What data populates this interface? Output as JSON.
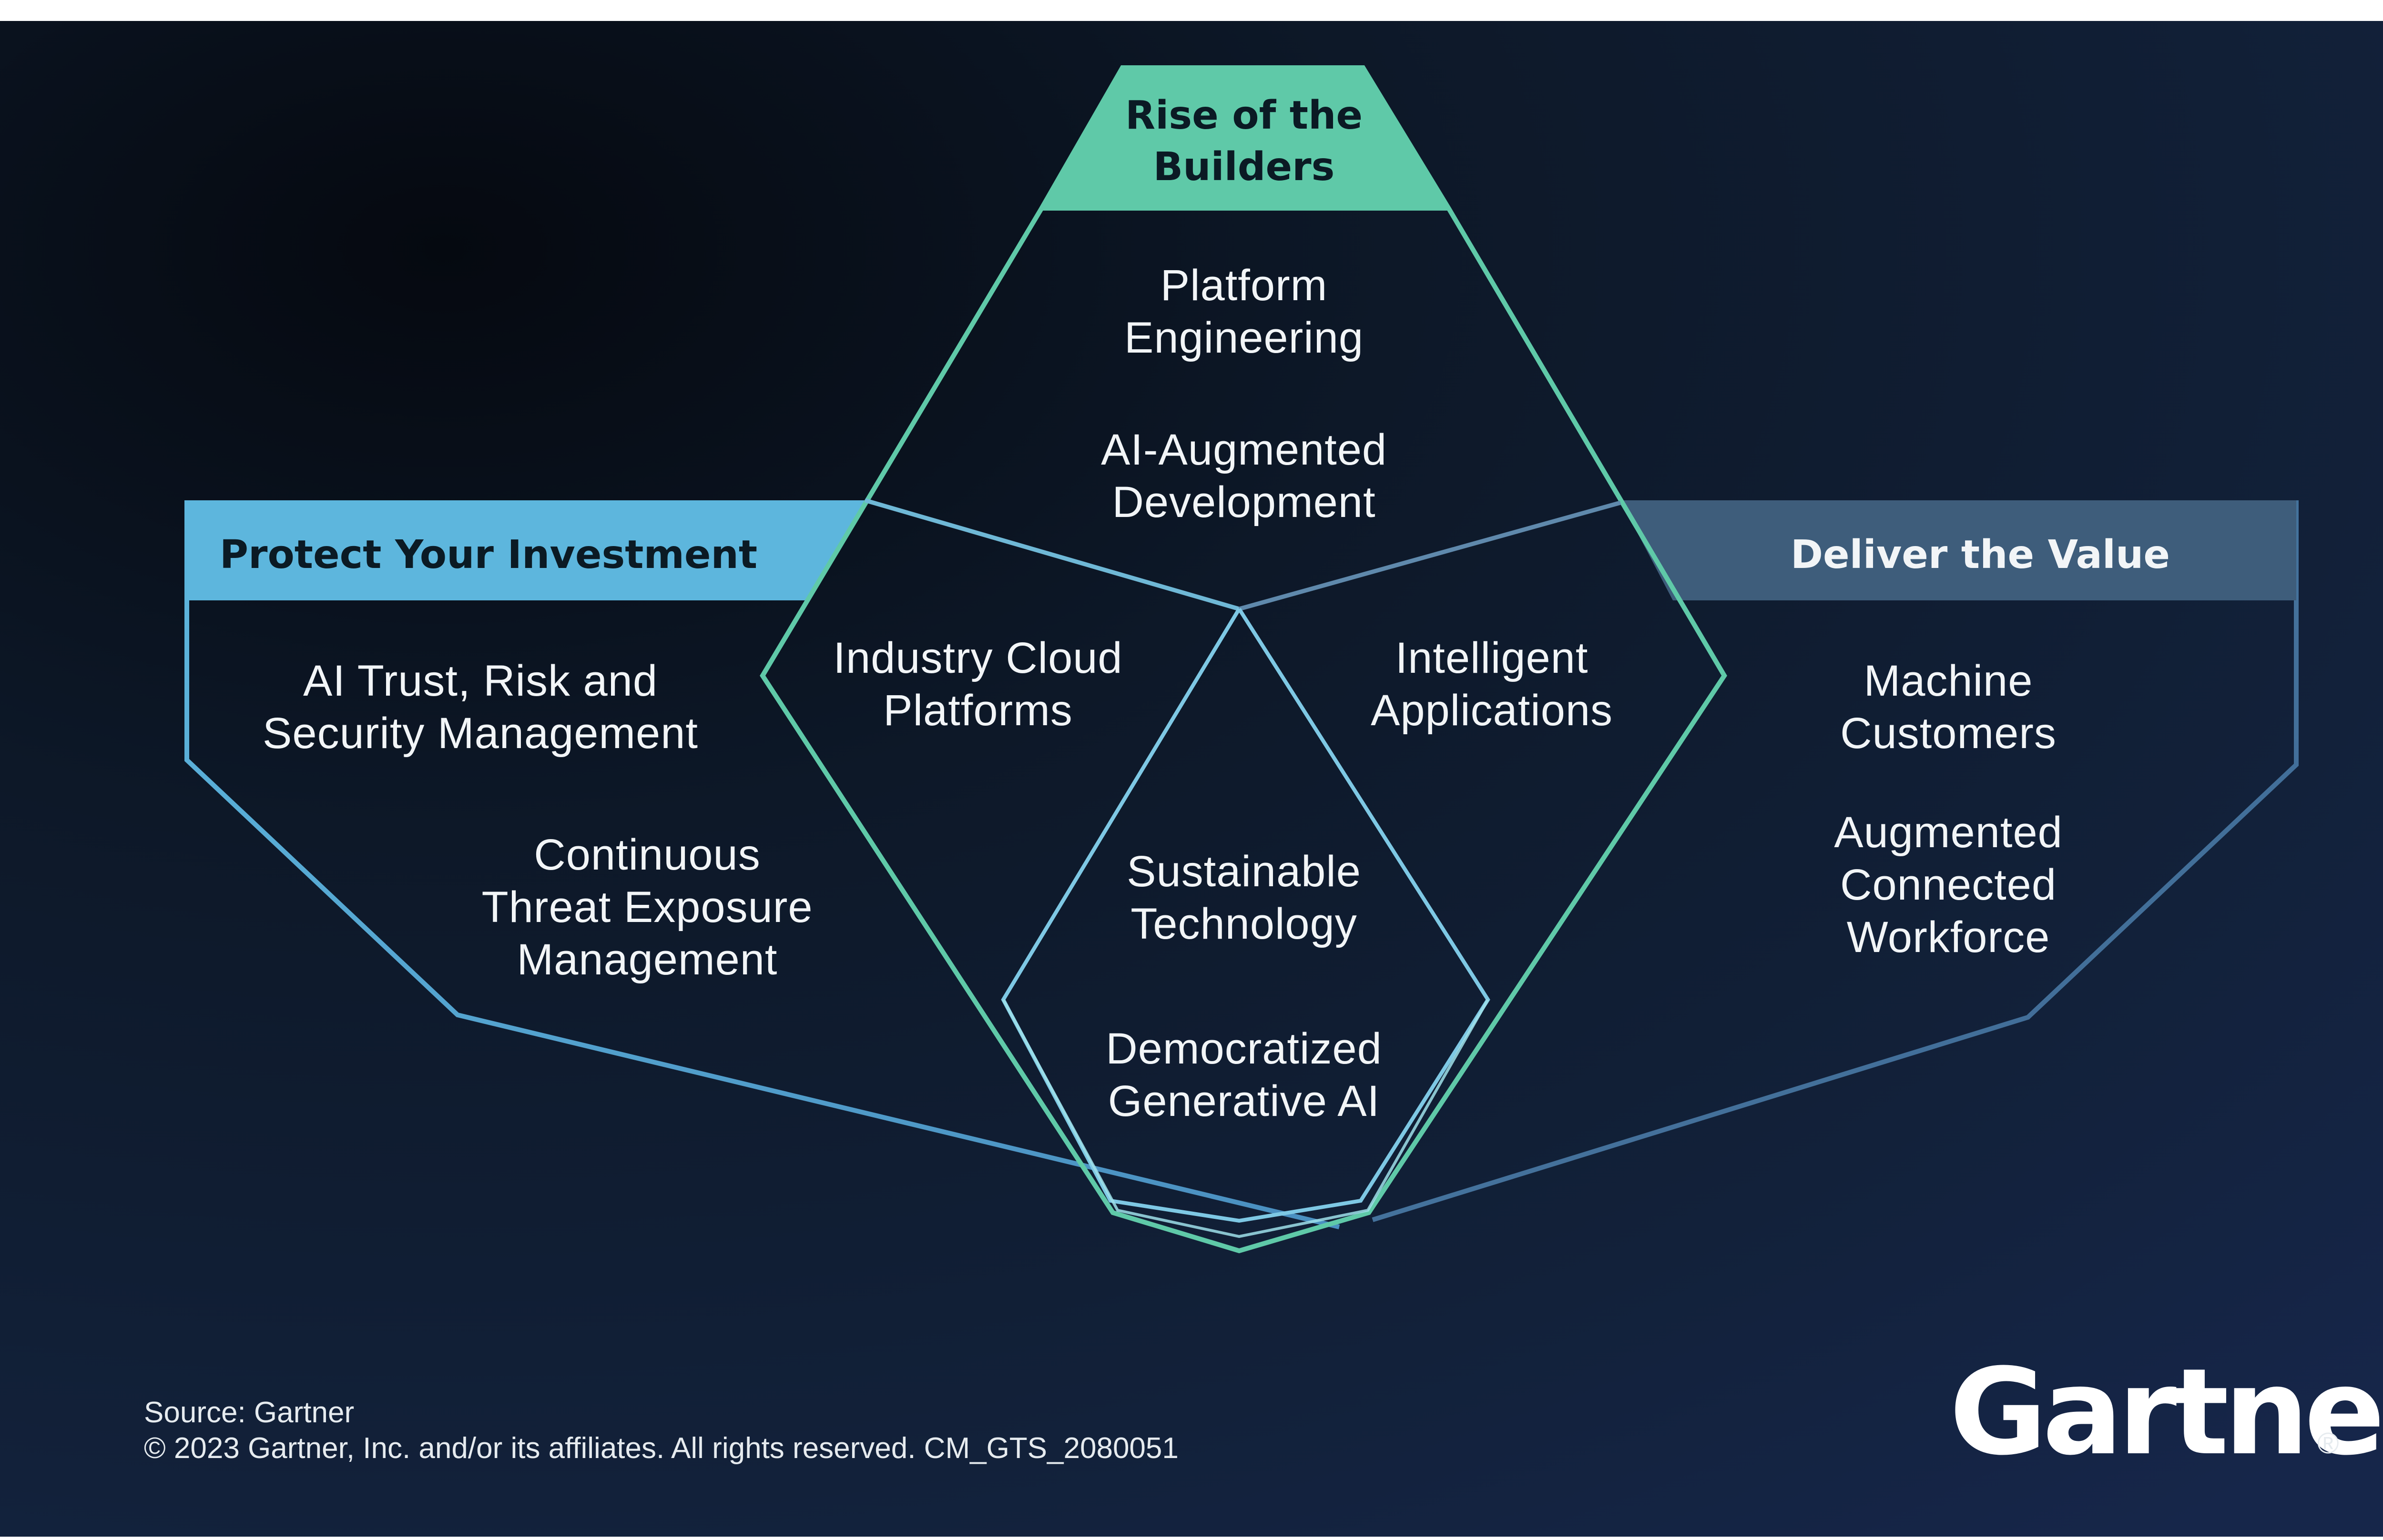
{
  "clusters": {
    "top": {
      "header": [
        "Rise of the",
        "Builders"
      ],
      "items": [
        [
          "Platform",
          "Engineering"
        ],
        [
          "AI-Augmented",
          "Development"
        ]
      ]
    },
    "left": {
      "header": "Protect Your Investment",
      "items": [
        [
          "AI Trust, Risk and",
          "Security Management"
        ],
        [
          "Continuous",
          "Threat Exposure",
          "Management"
        ]
      ]
    },
    "right": {
      "header": "Deliver the Value",
      "items": [
        [
          "Machine",
          "Customers"
        ],
        [
          "Augmented",
          "Connected",
          "Workforce"
        ]
      ]
    },
    "overlap": {
      "top_left": [
        "Industry Cloud",
        "Platforms"
      ],
      "top_right": [
        "Intelligent",
        "Applications"
      ],
      "center": [
        [
          "Sustainable",
          "Technology"
        ],
        [
          "Democratized",
          "Generative AI"
        ]
      ]
    }
  },
  "footer": {
    "source": "Source: Gartner",
    "copyright": "© 2023 Gartner, Inc. and/or its affiliates. All rights reserved. CM_GTS_2080051"
  },
  "logo": {
    "text": "Gartner",
    "mark": "®"
  },
  "colors": {
    "teal": "#5fc9a8",
    "cyan": "#5db6dd",
    "steel": "#3e5d7b",
    "background": "#0e1a2c"
  }
}
